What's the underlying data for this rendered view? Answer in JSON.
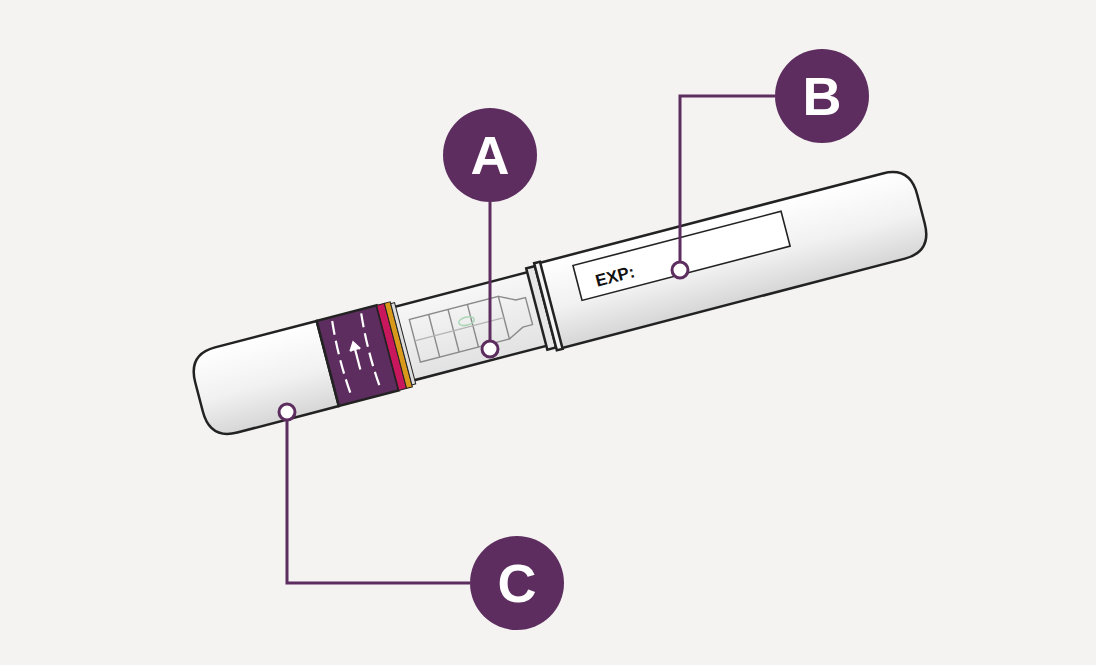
{
  "diagram": {
    "nodes": [
      {
        "text": [
          "A"
        ]
      },
      {
        "text": [
          "B"
        ]
      },
      {
        "text": [
          "C"
        ]
      }
    ],
    "labels": [
      "EXP:"
    ]
  }
}
